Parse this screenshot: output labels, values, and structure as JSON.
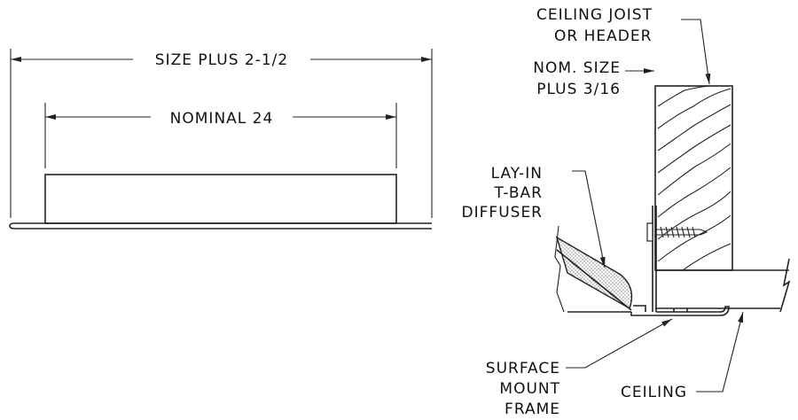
{
  "left_view": {
    "overall_dimension": "SIZE PLUS 2-1/2",
    "nominal_dimension": "NOMINAL 24"
  },
  "section_view": {
    "labels": {
      "joist_line1": "CEILING JOIST",
      "joist_line2": "OR HEADER",
      "nom_line1": "NOM. SIZE",
      "nom_line2": "PLUS 3/16",
      "diffuser_line1": "LAY-IN",
      "diffuser_line2": "T-BAR",
      "diffuser_line3": "DIFFUSER",
      "frame_line1": "SURFACE",
      "frame_line2": "MOUNT",
      "frame_line3": "FRAME",
      "ceiling": "CEILING"
    }
  }
}
